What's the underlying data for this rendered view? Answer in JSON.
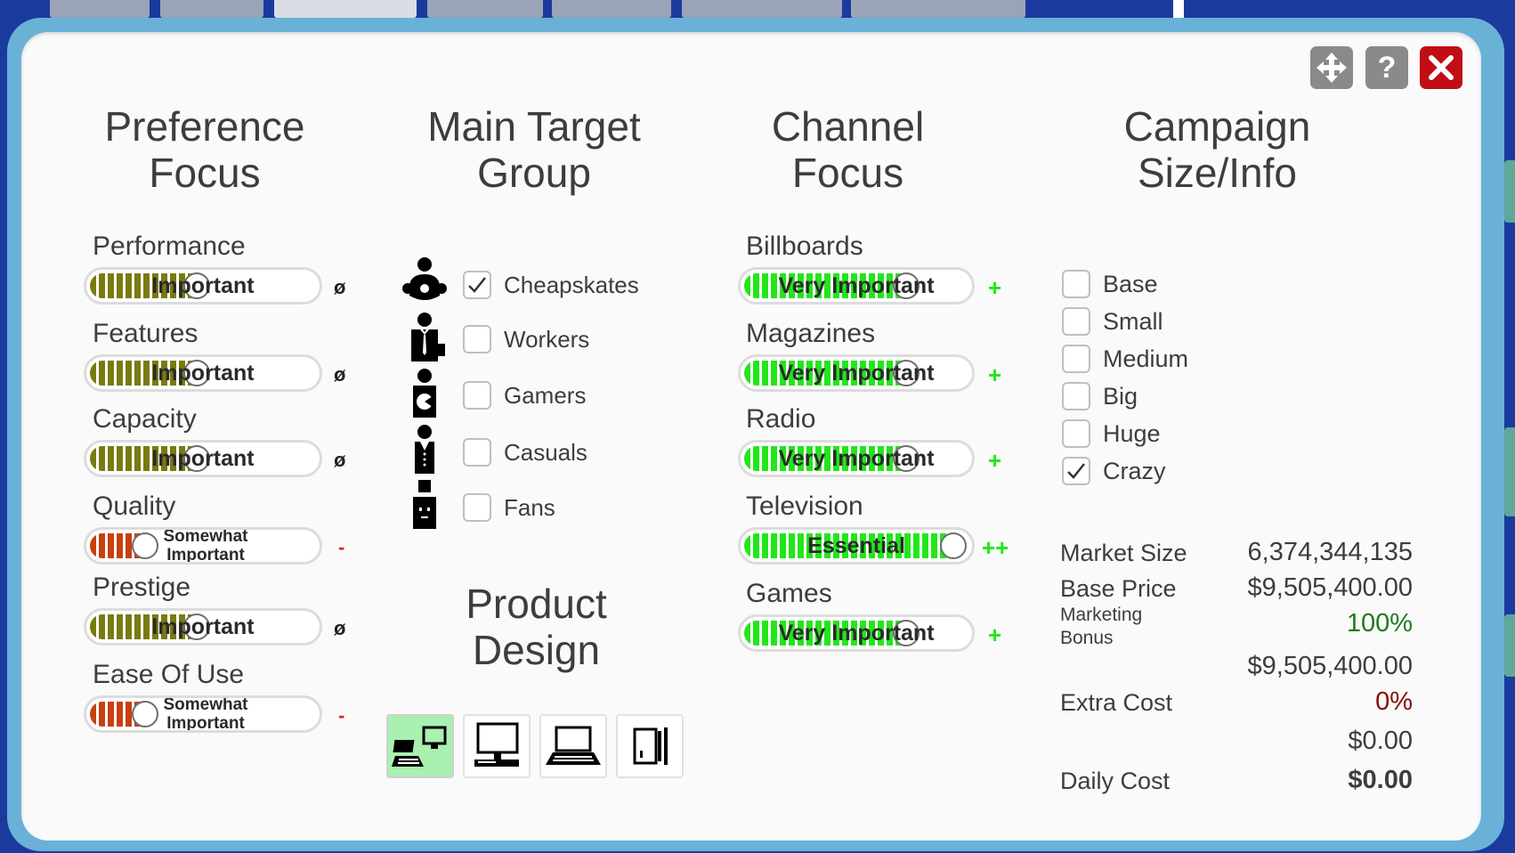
{
  "window": {
    "move_icon": "move-arrows-icon",
    "help_label": "?",
    "close_icon": "close-x-icon",
    "colors": {
      "frame": "#6ab1d8",
      "close": "#c10d16",
      "button": "#8a8a8a"
    }
  },
  "headings": {
    "preference_focus": "Preference Focus",
    "main_target_group": "Main Target Group",
    "channel_focus": "Channel Focus",
    "campaign_size_info": "Campaign Size/Info",
    "product_design": "Product Design"
  },
  "preferences": [
    {
      "label": "Performance",
      "value": "Important",
      "indicator": "ø",
      "level": 0.47
    },
    {
      "label": "Features",
      "value": "Important",
      "indicator": "ø",
      "level": 0.47
    },
    {
      "label": "Capacity",
      "value": "Important",
      "indicator": "ø",
      "level": 0.47
    },
    {
      "label": "Quality",
      "value": "Somewhat\nImportant",
      "indicator": "-",
      "level": 0.24
    },
    {
      "label": "Prestige",
      "value": "Important",
      "indicator": "ø",
      "level": 0.47
    },
    {
      "label": "Ease Of Use",
      "value": "Somewhat\nImportant",
      "indicator": "-",
      "level": 0.24
    }
  ],
  "target_groups": [
    {
      "label": "Cheapskates",
      "checked": true,
      "icon": "cheapskate-person-icon"
    },
    {
      "label": "Workers",
      "checked": false,
      "icon": "worker-person-icon"
    },
    {
      "label": "Gamers",
      "checked": false,
      "icon": "gamer-person-icon"
    },
    {
      "label": "Casuals",
      "checked": false,
      "icon": "casual-person-icon"
    },
    {
      "label": "Fans",
      "checked": false,
      "icon": "fan-person-icon"
    }
  ],
  "channels": [
    {
      "label": "Billboards",
      "value": "Very Important",
      "indicator": "+",
      "level": 0.72
    },
    {
      "label": "Magazines",
      "value": "Very Important",
      "indicator": "+",
      "level": 0.72
    },
    {
      "label": "Radio",
      "value": "Very Important",
      "indicator": "+",
      "level": 0.72
    },
    {
      "label": "Television",
      "value": "Essential",
      "indicator": "++",
      "level": 0.93
    },
    {
      "label": "Games",
      "value": "Very Important",
      "indicator": "+",
      "level": 0.72
    }
  ],
  "product_design": [
    {
      "icon": "desktop-and-laptop-icon",
      "selected": true
    },
    {
      "icon": "desktop-computer-icon",
      "selected": false
    },
    {
      "icon": "laptop-icon",
      "selected": false
    },
    {
      "icon": "tablet-icon",
      "selected": false
    }
  ],
  "campaign_sizes": [
    {
      "label": "Base",
      "checked": false
    },
    {
      "label": "Small",
      "checked": false
    },
    {
      "label": "Medium",
      "checked": false
    },
    {
      "label": "Big",
      "checked": false
    },
    {
      "label": "Huge",
      "checked": false
    },
    {
      "label": "Crazy",
      "checked": true
    }
  ],
  "info": {
    "market_size_label": "Market Size",
    "market_size": "6,374,344,135",
    "base_price_label": "Base Price",
    "base_price": "$9,505,400.00",
    "marketing_bonus_label": "Marketing\nBonus",
    "marketing_bonus": "100%",
    "bonus_total": "$9,505,400.00",
    "extra_cost_label": "Extra Cost",
    "extra_cost_percent": "0%",
    "extra_cost": "$0.00",
    "daily_cost_label": "Daily Cost",
    "daily_cost": "$0.00"
  },
  "colors": {
    "olive_fill": "#7a7a10",
    "red_fill": "#c8400e",
    "green_fill": "#22e61a",
    "bonus_green": "#1e7a1e",
    "extra_red": "#8b0a0a",
    "indicator_red": "#e02020",
    "indicator_green": "#22e61a"
  }
}
